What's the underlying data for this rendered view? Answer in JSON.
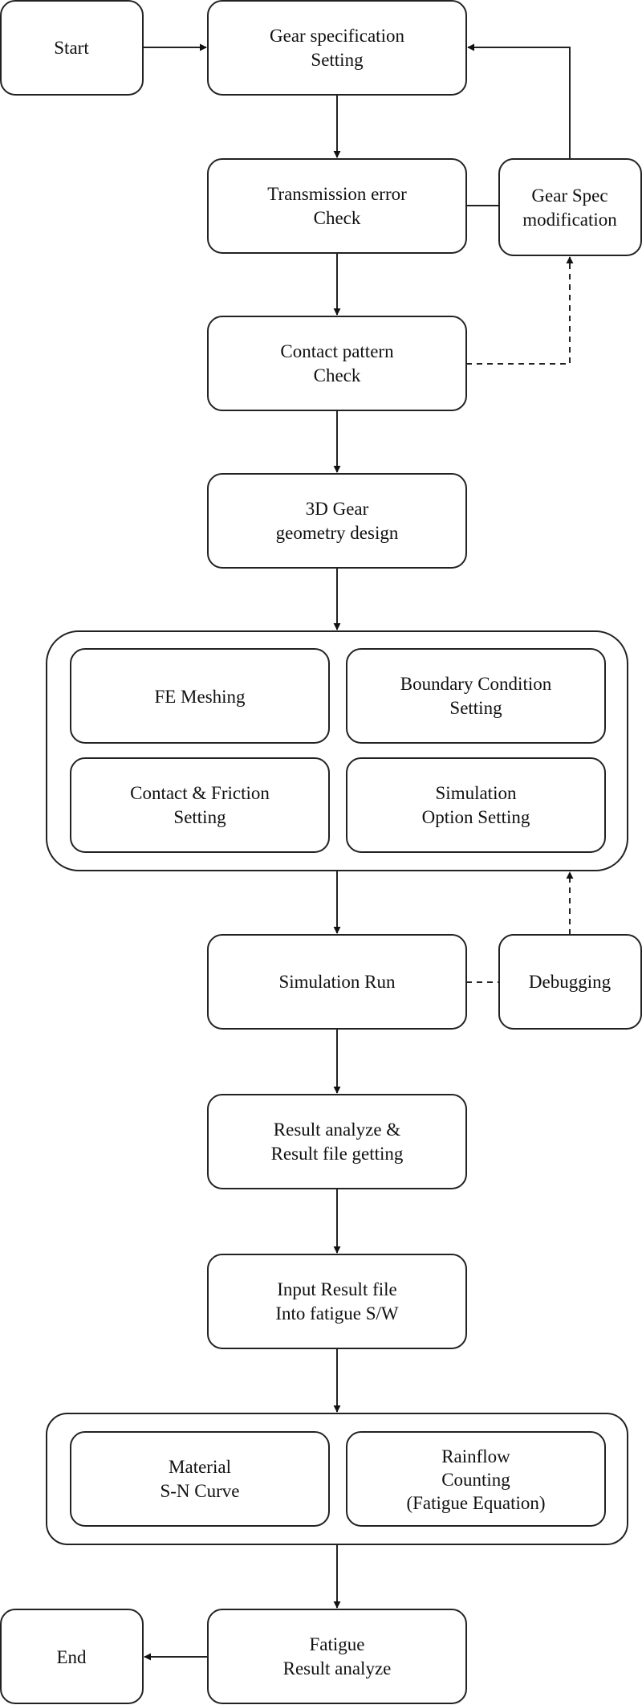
{
  "nodes": {
    "start": {
      "lines": [
        "Start"
      ]
    },
    "gear_spec_setting": {
      "lines": [
        "Gear specification",
        "Setting"
      ]
    },
    "transmission_error": {
      "lines": [
        "Transmission error",
        "Check"
      ]
    },
    "gear_spec_mod": {
      "lines": [
        "Gear Spec",
        "modification"
      ]
    },
    "contact_pattern": {
      "lines": [
        "Contact pattern",
        "Check"
      ]
    },
    "gear_geometry": {
      "lines": [
        "3D Gear",
        "geometry design"
      ]
    },
    "fe_meshing": {
      "lines": [
        "FE Meshing"
      ]
    },
    "boundary_condition": {
      "lines": [
        "Boundary Condition",
        "Setting"
      ]
    },
    "contact_friction": {
      "lines": [
        "Contact & Friction",
        "Setting"
      ]
    },
    "simulation_option": {
      "lines": [
        "Simulation",
        "Option Setting"
      ]
    },
    "simulation_run": {
      "lines": [
        "Simulation Run"
      ]
    },
    "debugging": {
      "lines": [
        "Debugging"
      ]
    },
    "result_analyze": {
      "lines": [
        "Result analyze &",
        "Result file getting"
      ]
    },
    "input_result": {
      "lines": [
        "Input Result file",
        "Into fatigue S/W"
      ]
    },
    "material_sn": {
      "lines": [
        "Material",
        "S-N Curve"
      ]
    },
    "rainflow": {
      "lines": [
        "Rainflow",
        "Counting",
        "(Fatigue Equation)"
      ]
    },
    "fatigue_result": {
      "lines": [
        "Fatigue",
        "Result analyze"
      ]
    },
    "end": {
      "lines": [
        "End"
      ]
    }
  },
  "colors": {
    "stroke": "#222222",
    "text": "#111111",
    "background": "#ffffff"
  }
}
